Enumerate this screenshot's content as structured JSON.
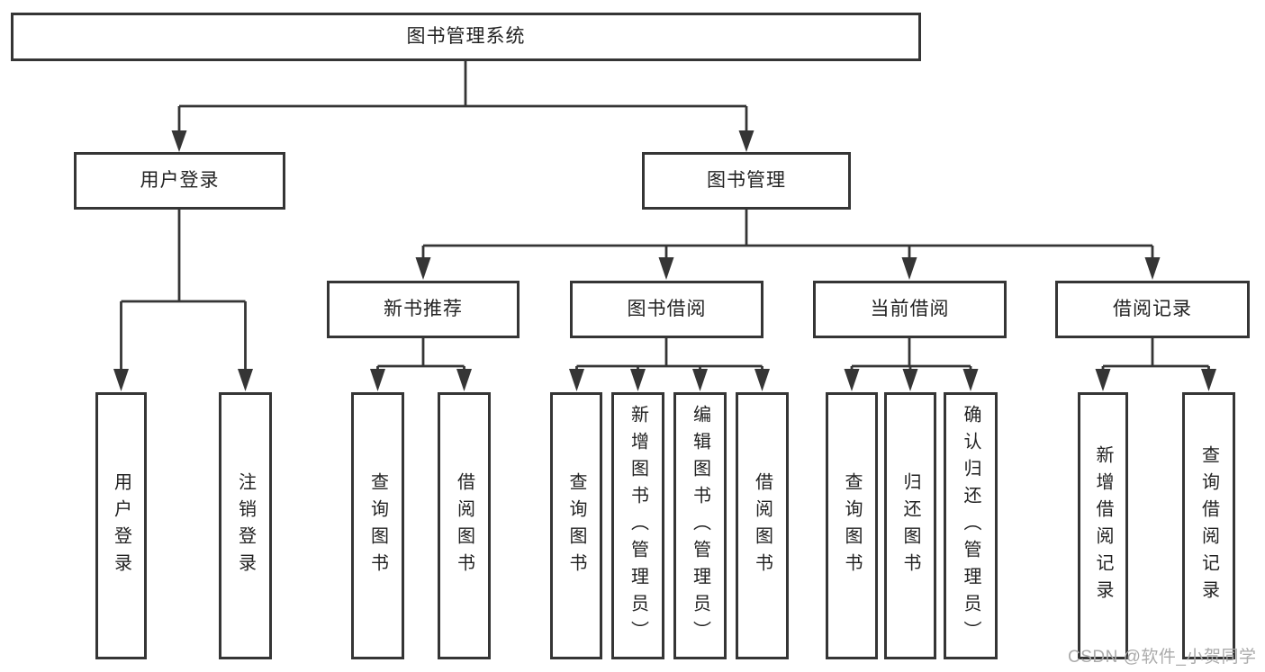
{
  "tree": {
    "label": "图书管理系统",
    "children": [
      {
        "label": "用户登录",
        "children": [
          {
            "label": "用户登录"
          },
          {
            "label": "注销登录"
          }
        ]
      },
      {
        "label": "图书管理",
        "children": [
          {
            "label": "新书推荐",
            "children": [
              {
                "label": "查询图书"
              },
              {
                "label": "借阅图书"
              }
            ]
          },
          {
            "label": "图书借阅",
            "children": [
              {
                "label": "查询图书"
              },
              {
                "label": "新增图书（管理员）"
              },
              {
                "label": "编辑图书（管理员）"
              },
              {
                "label": "借阅图书"
              }
            ]
          },
          {
            "label": "当前借阅",
            "children": [
              {
                "label": "查询图书"
              },
              {
                "label": "归还图书"
              },
              {
                "label": "确认归还（管理员）"
              }
            ]
          },
          {
            "label": "借阅记录",
            "children": [
              {
                "label": "新增借阅记录"
              },
              {
                "label": "查询借阅记录"
              }
            ]
          }
        ]
      }
    ]
  },
  "watermark": {
    "text": "CSDN @软件_小贺同学"
  },
  "colors": {
    "line": "#353535",
    "box_border": "#353535",
    "box_fill": "#ffffff",
    "text": "#222222",
    "watermark": "#ababab",
    "background": "#ffffff"
  }
}
